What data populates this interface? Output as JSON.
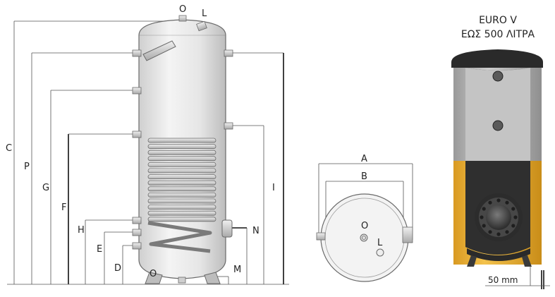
{
  "title": {
    "line1": "EURO V",
    "line2": "ΕΩΣ 500 ΛΙΤΡΑ"
  },
  "side_view": {
    "labels": {
      "O": "O",
      "L": "L",
      "C": "C",
      "P": "P",
      "G": "G",
      "F": "F",
      "H": "H",
      "E": "E",
      "D": "D",
      "I": "I",
      "N": "N",
      "M": "M",
      "drain": "O"
    }
  },
  "top_view": {
    "labels": {
      "A": "A",
      "B": "B",
      "O": "O",
      "L": "L"
    }
  },
  "photo_view": {
    "dimension": "50 mm",
    "colors": {
      "jacket_grey": "#b9b9b9",
      "jacket_yellow": "#e8b23a",
      "cap": "#2a2a2a"
    }
  }
}
